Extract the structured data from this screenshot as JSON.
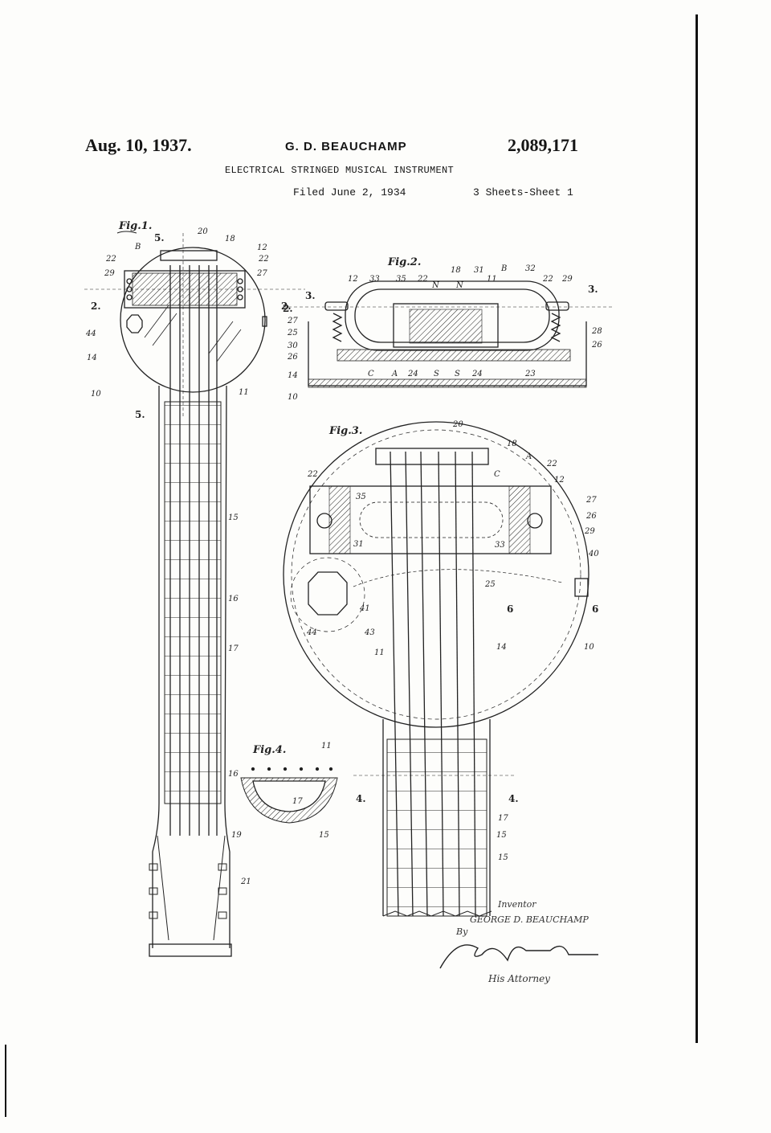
{
  "header": {
    "date": "Aug. 10, 1937.",
    "inventor_name": "G. D. BEAUCHAMP",
    "patent_number": "2,089,171",
    "title": "ELECTRICAL STRINGED MUSICAL INSTRUMENT",
    "filed": "Filed June 2, 1934",
    "sheets": "3 Sheets-Sheet 1"
  },
  "figures": {
    "fig1": "Fig.1.",
    "fig2": "Fig.2.",
    "fig3": "Fig.3.",
    "fig4": "Fig.4."
  },
  "signature_block": {
    "inventor_label": "Inventor",
    "inventor_name": "GEORGE D. BEAUCHAMP",
    "by": "By",
    "attorney_label": "His Attorney"
  },
  "ink_color": "#222222",
  "paper_color": "#fdfdfb"
}
